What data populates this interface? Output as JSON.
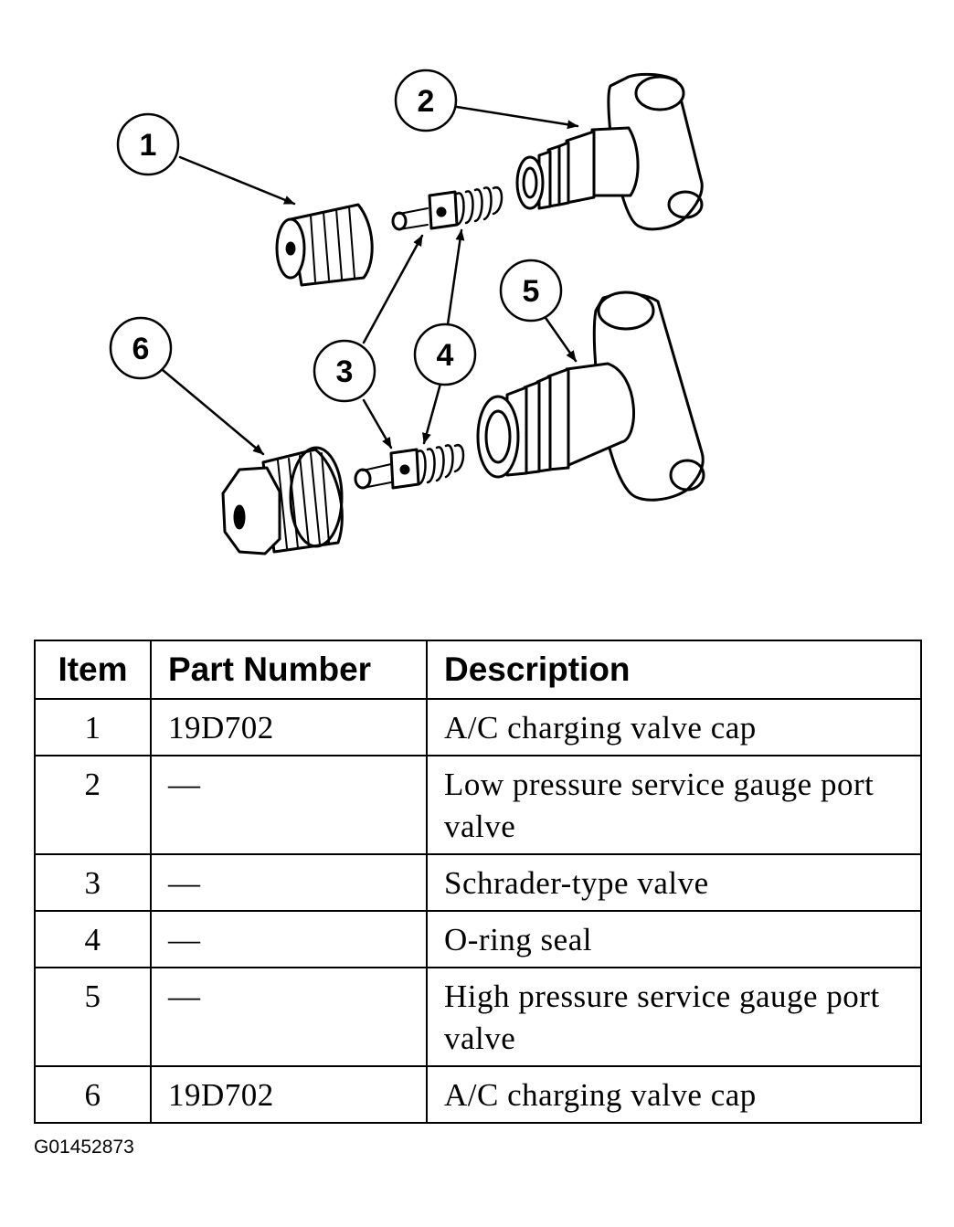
{
  "callouts": [
    "1",
    "2",
    "3",
    "4",
    "5",
    "6"
  ],
  "table": {
    "headers": [
      "Item",
      "Part Number",
      "Description"
    ],
    "rows": [
      {
        "item": "1",
        "part_number": "19D702",
        "description": "A/C charging valve cap"
      },
      {
        "item": "2",
        "part_number": "—",
        "description": "Low pressure service gauge port valve"
      },
      {
        "item": "3",
        "part_number": "—",
        "description": "Schrader-type valve"
      },
      {
        "item": "4",
        "part_number": "—",
        "description": "O-ring seal"
      },
      {
        "item": "5",
        "part_number": "—",
        "description": "High pressure service gauge port valve"
      },
      {
        "item": "6",
        "part_number": "19D702",
        "description": "A/C charging valve cap"
      }
    ]
  },
  "figure_id": "G01452873"
}
